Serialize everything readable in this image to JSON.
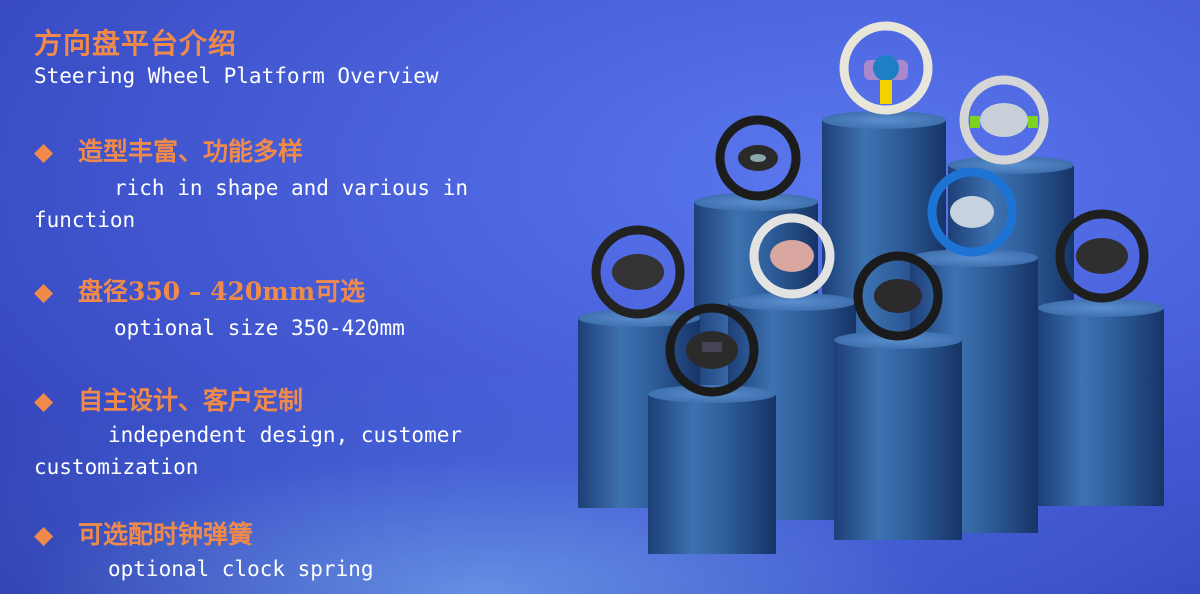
{
  "title": {
    "zh": "方向盘平台介绍",
    "en": "Steering Wheel Platform Overview"
  },
  "features": [
    {
      "icon": "diamond-bullet-icon",
      "zh": "造型丰富、功能多样",
      "en_line1": "rich in shape and various in",
      "en_line2": "function"
    },
    {
      "icon": "diamond-bullet-icon",
      "zh": "盘径350 – 420mm可选",
      "en_line1": "optional size 350-420mm",
      "en_line2": ""
    },
    {
      "icon": "diamond-bullet-icon",
      "zh": "自主设计、客户定制",
      "en_line1": "independent design, customer",
      "en_line2": "customization"
    },
    {
      "icon": "diamond-bullet-icon",
      "zh": "可选配时钟弹簧",
      "en_line1": "optional clock spring",
      "en_line2": ""
    }
  ],
  "colors": {
    "accent_orange": "#f08a4a",
    "text_white": "#ffffff",
    "pedestal_blue": "#2f5f9a"
  }
}
